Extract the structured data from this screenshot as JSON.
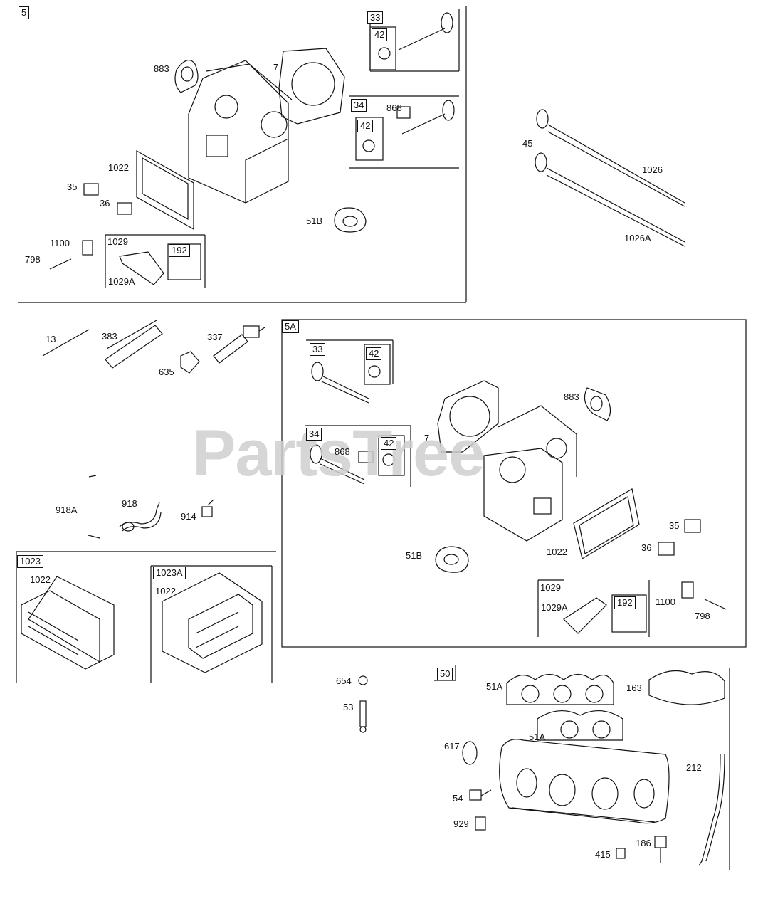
{
  "watermark": "PartsTree",
  "sections": {
    "s5": {
      "tag": "5"
    },
    "s5a": {
      "tag": "5A"
    },
    "s1023": {
      "tag": "1023"
    },
    "s1023a": {
      "tag": "1023A"
    },
    "s50": {
      "tag": "50"
    }
  },
  "callouts": {
    "c883a": "883",
    "c7a": "7",
    "c33a": "33",
    "c42a": "42",
    "c34a": "34",
    "c868a": "868",
    "c42b": "42",
    "c1022a": "1022",
    "c35a": "35",
    "c36a": "36",
    "c51ba": "51B",
    "c1100a": "1100",
    "c798a": "798",
    "c1029a": "1029",
    "c192a": "192",
    "c1029Aa": "1029A",
    "c45": "45",
    "c1026": "1026",
    "c1026A": "1026A",
    "c13": "13",
    "c383": "383",
    "c337": "337",
    "c635": "635",
    "c918A": "918A",
    "c918": "918",
    "c914": "914",
    "c1022b": "1022",
    "c1022c": "1022",
    "c33b": "33",
    "c42c": "42",
    "c34b": "34",
    "c868b": "868",
    "c42d": "42",
    "c7b": "7",
    "c883b": "883",
    "c35b": "35",
    "c36b": "36",
    "c1022d": "1022",
    "c51bb": "51B",
    "c1029b": "1029",
    "c1029Ab": "1029A",
    "c192b": "192",
    "c1100b": "1100",
    "c798b": "798",
    "c654": "654",
    "c53": "53",
    "c51Aa": "51A",
    "c51Ab": "51A",
    "c163": "163",
    "c617": "617",
    "c212": "212",
    "c54": "54",
    "c929": "929",
    "c186": "186",
    "c415": "415"
  }
}
